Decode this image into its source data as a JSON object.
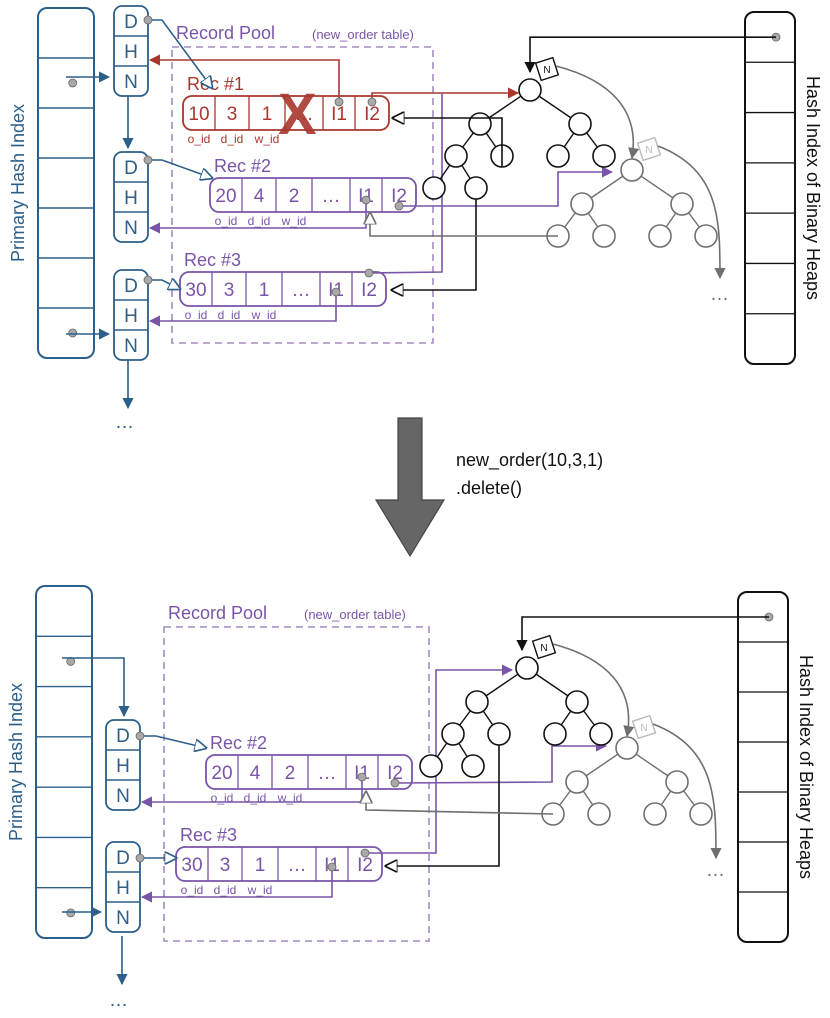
{
  "colors": {
    "blue": "#2c5f8a",
    "purple": "#7a54a8",
    "red": "#a8372e",
    "black": "#111111",
    "gray": "#6f6f6f",
    "gray_light": "#b9b9b9",
    "pool_border": "#a58bc4",
    "arrow_big": "#666666"
  },
  "primary_index_label": "Primary Hash Index",
  "binary_heap_index_label": "Hash Index of Binary Heaps",
  "record_pool": {
    "title": "Record Pool",
    "subtitle": "(new_order table)"
  },
  "node_cells": {
    "d": "D",
    "h": "H",
    "n": "N"
  },
  "heap_badge": "N",
  "field_labels": {
    "o_id": "o_id",
    "d_id": "d_id",
    "w_id": "w_id"
  },
  "records": {
    "rec1": {
      "title": "Rec #1",
      "values": [
        "10",
        "3",
        "1",
        "…",
        "I1",
        "I2"
      ]
    },
    "rec2": {
      "title": "Rec #2",
      "values": [
        "20",
        "4",
        "2",
        "…",
        "I1",
        "I2"
      ]
    },
    "rec3": {
      "title": "Rec #3",
      "values": [
        "30",
        "3",
        "1",
        "…",
        "I1",
        "I2"
      ]
    }
  },
  "deleted_mark": "X",
  "ellipsis": "…",
  "operation": {
    "line1": "new_order(10,3,1)",
    "line2": ".delete()"
  }
}
